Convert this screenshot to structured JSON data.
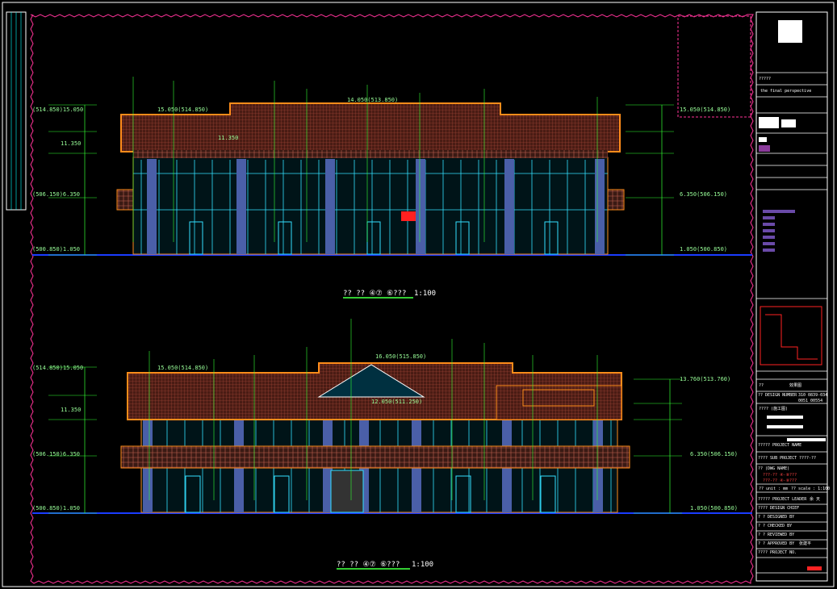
{
  "colors": {
    "background": "#000000",
    "frame": "#ffffff",
    "border": "#ff3399",
    "roof_outline": "#ff8c1a",
    "roof_fill": "#5a2418",
    "glass": "#33e0ff",
    "column": "#4a5fa8",
    "ground": "#1a3cff",
    "dim": "#33ff33",
    "accent_red": "#ff2020"
  },
  "upper_elevation": {
    "title": "?? ?? ④⑦ ⑥???",
    "scale": "1:100",
    "left_levels": [
      "(514.850)15.050",
      "11.350",
      "(506.150)6.350",
      "(500.850)1.050"
    ],
    "right_levels": [
      "15.050(514.850)",
      "6.350(506.150)",
      "1.050(500.850)"
    ],
    "roof_labels": [
      "15.050(514.850)",
      "14.050(513.850)",
      "11.350"
    ]
  },
  "lower_elevation": {
    "title": "?? ?? ④⑦ ⑥???",
    "scale": "1:100",
    "left_levels": [
      "(514.850)15.050",
      "11.350",
      "(506.150)6.350",
      "(500.850)1.050"
    ],
    "right_levels": [
      "13.760(513.760)",
      "6.350(506.150)",
      "1.050(500.850)"
    ],
    "roof_labels": [
      "15.050(514.850)",
      "16.050(515.850)",
      "12.050(511.250)"
    ]
  },
  "title_block": {
    "company": "?????",
    "company_en": "the final perspective",
    "drawing_name_label": "??",
    "drawing_name_value": "效果图",
    "drawing_no_label": "?? DESIGN NUMBER",
    "drawing_no": "310 0839-034",
    "cert_no": "0051 00554",
    "stage": "???? (施工图)",
    "project_label": "????? PROJECT NAME",
    "sub_project_label": "???? SUB PROJECT",
    "sub_project": "????-??",
    "drawing_title_label": "?? (DWG NAME)",
    "drawing_titles": [
      "???-?? ④-⑧???",
      "???-?? ④-⑧???"
    ],
    "unit": "?? unit : mm",
    "scale": "?? scale : 1:100",
    "rows": [
      "????? PROJECT LEADER",
      "???? DESIGN CHIEF",
      "? ? DESIGNED BY",
      "? ? CHECKED BY",
      "? ? REVIEWED BY",
      "? ? APPROVED BY",
      "???? PROJECT NO."
    ],
    "approver": "张建平",
    "leader": "余 天"
  }
}
